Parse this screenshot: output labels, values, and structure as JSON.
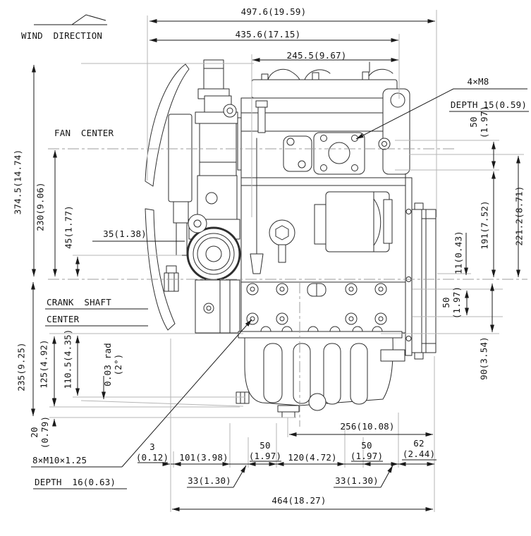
{
  "colors": {
    "background": "#ffffff",
    "engine_line": "#2e2e2e",
    "dimension_line": "#1a1a1a",
    "extension_line": "#b5b5b5"
  },
  "wind": {
    "label": "WIND DIRECTION"
  },
  "centerlines": {
    "fan": "FAN CENTER",
    "crank_line1": "CRANK SHAFT",
    "crank_line2": "CENTER"
  },
  "callouts": {
    "m8": {
      "line1": "4×M8",
      "line2": "DEPTH 15(0.59)"
    },
    "m10": {
      "line1": "8×M10×1.25",
      "line2": "DEPTH 16(0.63)"
    },
    "tilt": {
      "line1": "0.03 rad",
      "line2": "(2°)"
    }
  },
  "dims": {
    "d497": "497.6(19.59)",
    "d435": "435.6(17.15)",
    "d245": "245.5(9.67)",
    "d374": "374.5(14.74)",
    "d230": "230(9.06)",
    "d45": "45(1.77)",
    "d35": "35(1.38)",
    "d235": "235(9.25)",
    "d125": "125(4.92)",
    "d110": "110.5(4.35)",
    "d20a": "20",
    "d20b": "(0.79)",
    "d50tr_a": "50",
    "d50tr_b": "(1.97)",
    "d221": "221.2(8.71)",
    "d191": "191(7.52)",
    "d11": "11(0.43)",
    "d50mr_a": "50",
    "d50mr_b": "(1.97)",
    "d90": "90(3.54)",
    "d256": "256(10.08)",
    "d464": "464(18.27)",
    "d3a": "3",
    "d3b": "(0.12)",
    "d101": "101(3.98)",
    "d50ba": "50",
    "d50bb": "(1.97)",
    "d120": "120(4.72)",
    "d50ca": "50",
    "d50cb": "(1.97)",
    "d62a": "62",
    "d62b": "(2.44)",
    "d33a": "33(1.30)",
    "d33b": "33(1.30)"
  }
}
